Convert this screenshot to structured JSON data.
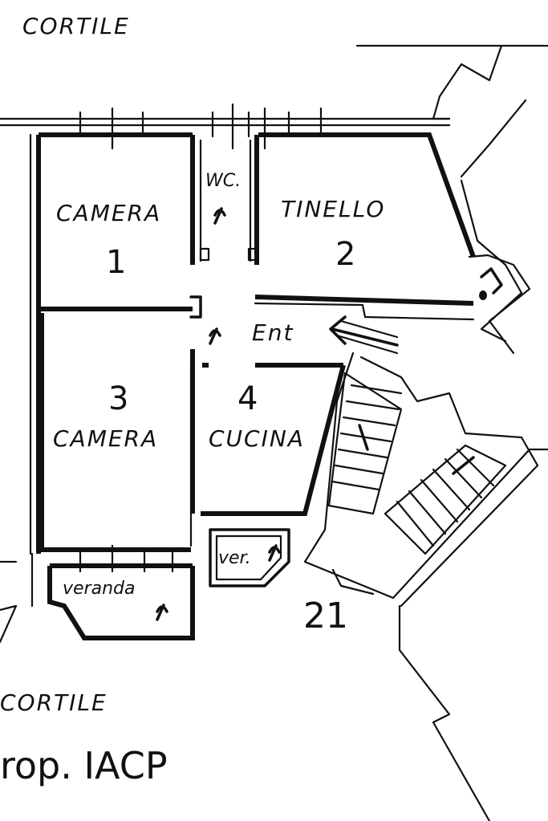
{
  "plan": {
    "courtyard_top": "CORTILE",
    "courtyard_bottom": "CORTILE",
    "owner_note": "rop. IACP",
    "unit_number": "21",
    "rooms": {
      "camera1": {
        "label": "CAMERA",
        "number": "1"
      },
      "wc": {
        "label": "WC."
      },
      "tinello": {
        "label": "TINELLO",
        "number": "2"
      },
      "ingresso": {
        "label": "Ent"
      },
      "camera3": {
        "label": "CAMERA",
        "number": "3"
      },
      "cucina": {
        "label": "CUCINA",
        "number": "4"
      },
      "veranda_main": {
        "label": "veranda"
      },
      "veranda_small": {
        "label": "ver."
      }
    }
  }
}
